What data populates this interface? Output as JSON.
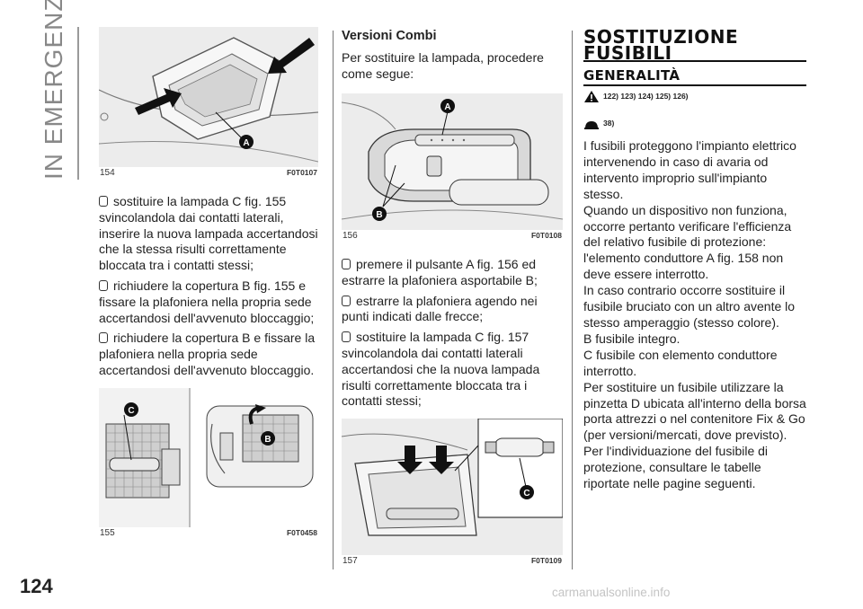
{
  "side_title": "IN EMERGENZA",
  "page_number": "124",
  "watermark": "carmanualsonline.info",
  "figures": {
    "f154": {
      "num": "154",
      "code": "F0T0107",
      "label_a": "A"
    },
    "f155": {
      "num": "155",
      "code": "F0T0458",
      "label_b": "B",
      "label_c": "C"
    },
    "f156": {
      "num": "156",
      "code": "F0T0108",
      "label_a": "A",
      "label_b": "B"
    },
    "f157": {
      "num": "157",
      "code": "F0T0109",
      "label_c": "C"
    }
  },
  "col1": {
    "bullet1": "sostituire la lampada C fig. 155 svincolandola dai contatti laterali, inserire la nuova lampada accertandosi che la stessa risulti correttamente bloccata tra i contatti stessi;",
    "bullet2": "richiudere la copertura B fig. 155 e fissare la plafoniera nella propria sede accertandosi dell'avvenuto bloccaggio;",
    "bullet3": "richiudere la copertura B e fissare la plafoniera nella propria sede accertandosi dell'avvenuto bloccaggio."
  },
  "col2": {
    "heading": "Versioni Combi",
    "intro": "Per sostituire la lampada, procedere come segue:",
    "bullet1": "premere il pulsante A fig. 156 ed estrarre la plafoniera asportabile B;",
    "bullet2": "estrarre la plafoniera agendo nei punti indicati dalle frecce;",
    "bullet3": "sostituire la lampada C fig. 157 svincolandola dai contatti laterali accertandosi che la nuova lampada risulti correttamente bloccata tra i contatti stessi;"
  },
  "col3": {
    "title_line1": "SOSTITUZIONE",
    "title_line2": "FUSIBILI",
    "subtitle": "GENERALITÀ",
    "warning_refs": "122) 123) 124) 125) 126)",
    "caution_refs": "38)",
    "paragraphs": [
      "I fusibili proteggono l'impianto elettrico intervenendo in caso di avaria od intervento improprio sull'impianto stesso.",
      "Quando un dispositivo non funziona, occorre pertanto verificare l'efficienza del relativo fusibile di protezione: l'elemento conduttore A fig. 158 non deve essere interrotto.",
      "In caso contrario occorre sostituire il fusibile bruciato con un altro avente lo stesso amperaggio (stesso colore).",
      "B fusibile integro.",
      "C fusibile con elemento conduttore interrotto.",
      "Per sostituire un fusibile utilizzare la pinzetta D ubicata all'interno della borsa porta attrezzi o nel contenitore Fix & Go (per versioni/mercati, dove previsto).",
      "Per l'individuazione del fusibile di protezione, consultare le tabelle riportate nelle pagine seguenti."
    ]
  }
}
